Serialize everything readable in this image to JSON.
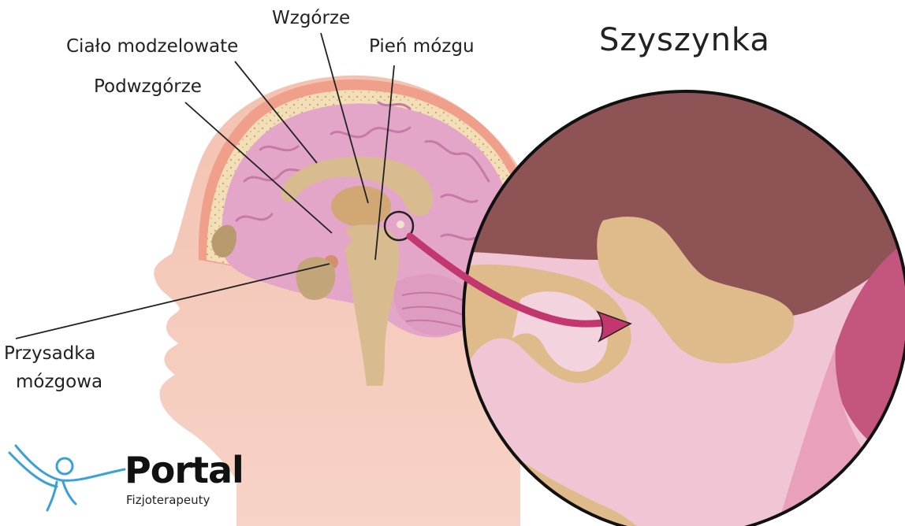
{
  "labels": {
    "wzgorze": "Wzgórze",
    "cialo_modzelowate": "Ciało modzelowate",
    "pien_mozgu": "Pień mózgu",
    "podwzgorze": "Podwzgórze",
    "przysadka_line1": "Przysadka",
    "przysadka_line2": "mózgowa"
  },
  "zoom_title": "Szyszynka",
  "logo": {
    "name": "Portal",
    "tagline": "Fizjoterapeuty",
    "figure_icon": "person-arms-raised-icon"
  },
  "colors": {
    "skin": "#f1b9a6",
    "skull": "#eebfa1",
    "brain": "#e0a3c7",
    "deep_structures": "#d7b98b",
    "arrow": "#c2376d",
    "zoom_dark": "#8e5455"
  }
}
